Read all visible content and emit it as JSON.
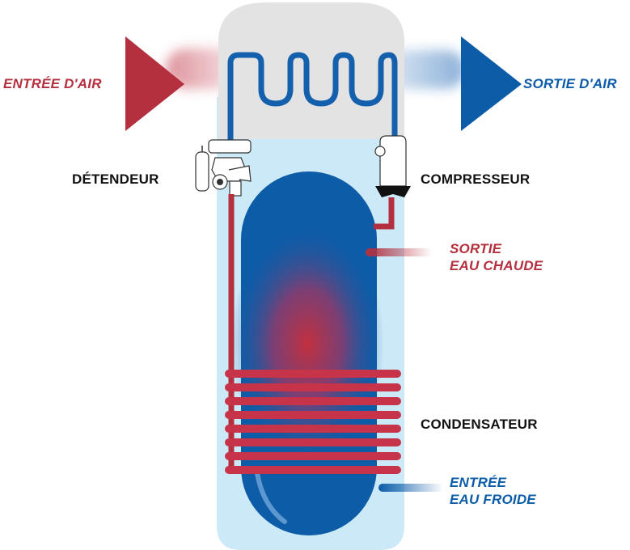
{
  "labels": {
    "air_in": "ENTRÉE D'AIR",
    "air_out": "SORTIE D'AIR",
    "expander": "DÉTENDEUR",
    "compressor": "COMPRESSEUR",
    "hot_out_line1": "SORTIE",
    "hot_out_line2": "EAU CHAUDE",
    "condenser": "CONDENSATEUR",
    "cold_in_line1": "ENTRÉE",
    "cold_in_line2": "EAU FROIDE"
  },
  "colors": {
    "red": "#b5303f",
    "blue": "#0d5ca8",
    "black": "#111111",
    "top_cover": "#e3e3e3",
    "casing": "#cbe9f6",
    "tank": "#0d5ca8"
  }
}
